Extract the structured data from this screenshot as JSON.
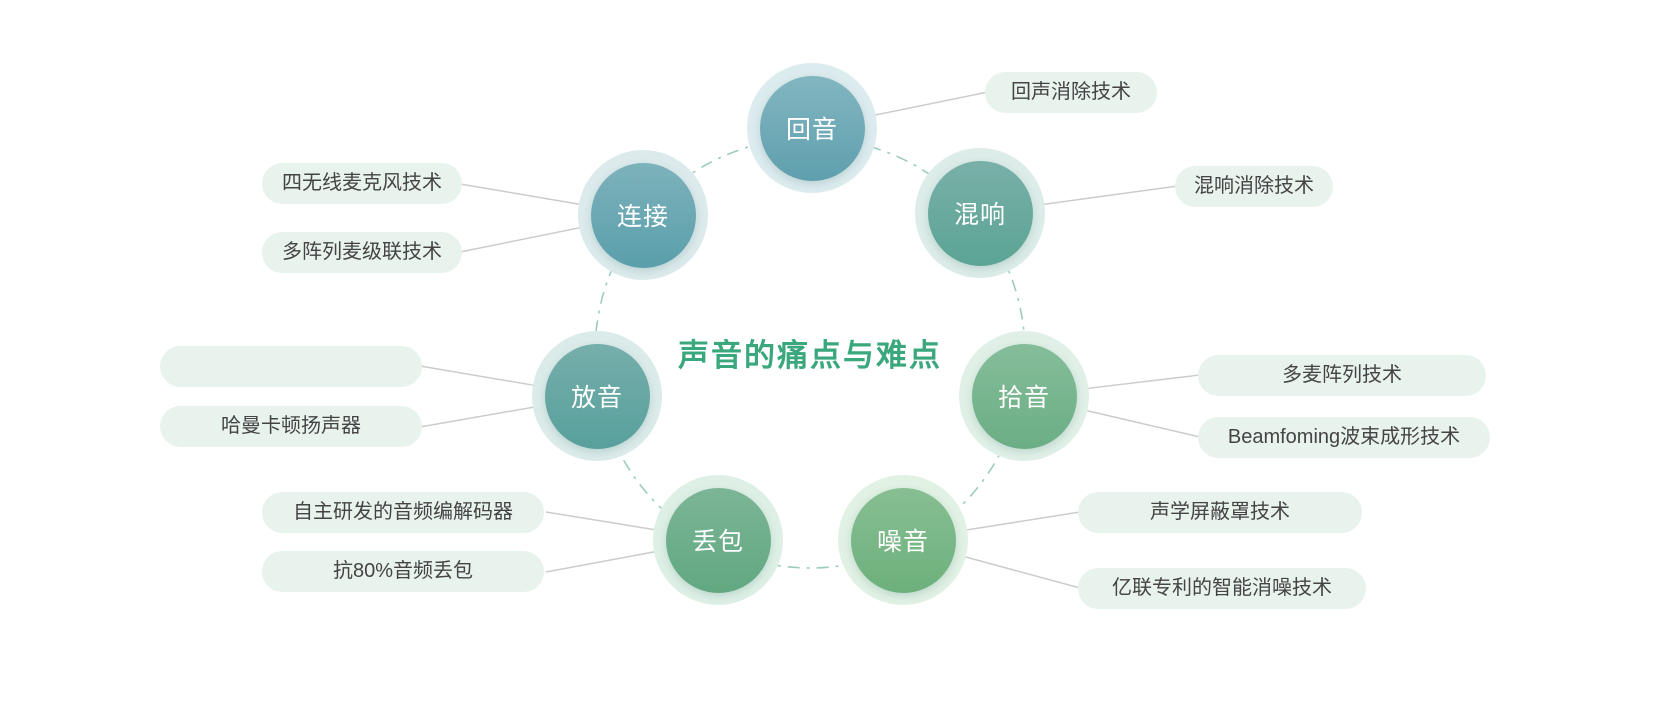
{
  "title": "声音的痛点与难点",
  "nodes": [
    {
      "label": "回音",
      "color_top": "#82b6c0",
      "color_bottom": "#5f9fae",
      "halo": "#dcebee",
      "pills": [
        "回声消除技术"
      ]
    },
    {
      "label": "连接",
      "color_top": "#7db2bb",
      "color_bottom": "#5a9fab",
      "halo": "#dceaec",
      "pills": [
        "四无线麦克风技术",
        "多阵列麦级联技术"
      ]
    },
    {
      "label": "混响",
      "color_top": "#79b0a8",
      "color_bottom": "#5ba494",
      "halo": "#dcece8",
      "pills": [
        "混响消除技术"
      ]
    },
    {
      "label": "放音",
      "color_top": "#76aeab",
      "color_bottom": "#58a09c",
      "halo": "#dbebea",
      "pills": [
        "",
        "哈曼卡顿扬声器"
      ]
    },
    {
      "label": "拾音",
      "color_top": "#85bd9a",
      "color_bottom": "#6bae85",
      "halo": "#e0f0e6",
      "pills": [
        "多麦阵列技术",
        "Beamfoming波束成形技术"
      ]
    },
    {
      "label": "丢包",
      "color_top": "#7cb597",
      "color_bottom": "#61a881",
      "halo": "#def0e6",
      "pills": [
        "自主研发的音频编解码器",
        "抗80%音频丢包"
      ]
    },
    {
      "label": "噪音",
      "color_top": "#87bf92",
      "color_bottom": "#6db07c",
      "halo": "#e1f1e4",
      "pills": [
        "声学屏蔽罩技术",
        "亿联专利的智能消噪技术"
      ]
    }
  ],
  "colors": {
    "title": "#3aa87c",
    "pill_bg": "#e9f3ee",
    "pill_text": "#444444",
    "connector": "#cccccc",
    "ring": "#9bcdb8",
    "node_text": "#ffffff"
  }
}
